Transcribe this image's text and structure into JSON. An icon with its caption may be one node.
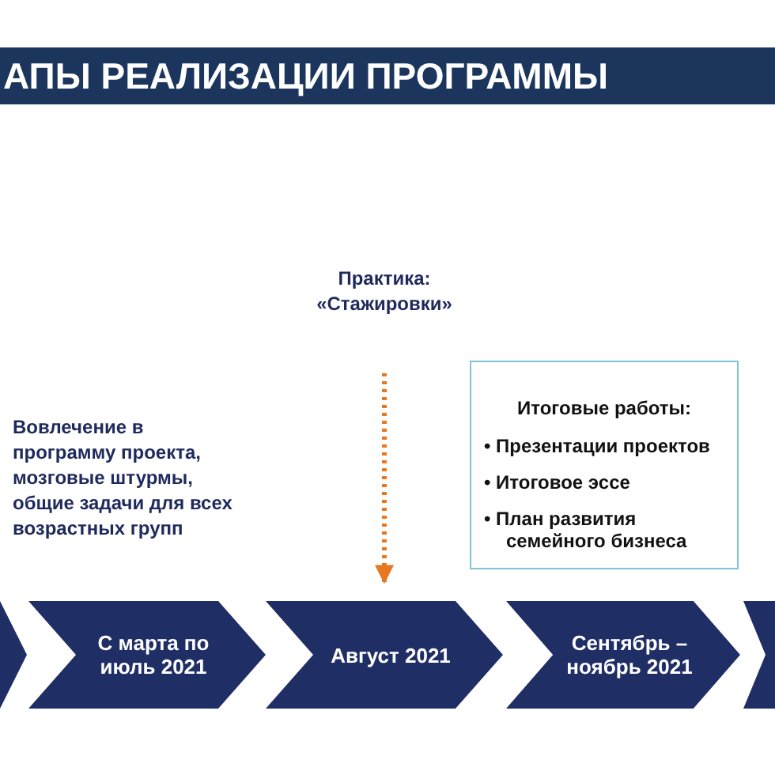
{
  "diagram": {
    "title": "АПЫ РЕАЛИЗАЦИИ ПРОГРАММЫ",
    "nodes": [
      {
        "text": [
          "Практика: «Стажировки»"
        ]
      },
      {
        "text": [
          "Итоговые работы:",
          "• Презентации проектов",
          "• Итоговое эссе",
          "• План развития семейного бизнеса"
        ]
      },
      {
        "text": [],
        "shape": "chevron"
      },
      {
        "text": [
          "С марта по июль 2021"
        ]
      },
      {
        "text": [
          "Август 2021"
        ]
      },
      {
        "text": [
          "Сентябрь – ноябрь 2021"
        ]
      },
      {
        "text": [],
        "shape": "chevron"
      }
    ],
    "edges": [
      {
        "from": 0,
        "to": 4,
        "arrow": "to",
        "style": "dashed",
        "color": "#e87722"
      }
    ],
    "labels": [
      "Вовлечение в программу проекта, мозговые штурмы, общие задачи для всех возрастных групп"
    ]
  }
}
